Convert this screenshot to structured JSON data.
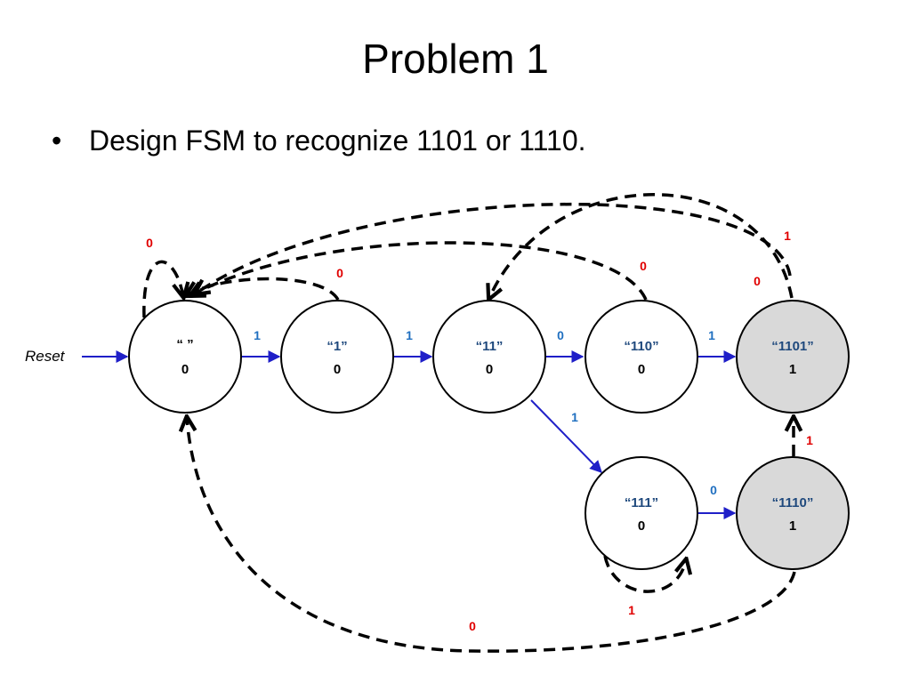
{
  "slide": {
    "title": "Problem 1",
    "bullets": [
      {
        "marker": "•",
        "text": "Design FSM to recognize 1101 or 1110."
      }
    ]
  },
  "colors": {
    "state_name": "#1f497d",
    "state_output": "#000000",
    "transition_forward": "#1f1fc8",
    "forward_label": "#1f6fc0",
    "back_label": "#e00000",
    "accept_fill": "#d9d9d9"
  },
  "diagram": {
    "reset_label": "Reset",
    "states": [
      {
        "id": "s_empty",
        "name": "“ ”",
        "output": "0",
        "accepting": false
      },
      {
        "id": "s_1",
        "name": "“1”",
        "output": "0",
        "accepting": false
      },
      {
        "id": "s_11",
        "name": "“11”",
        "output": "0",
        "accepting": false
      },
      {
        "id": "s_110",
        "name": "“110”",
        "output": "0",
        "accepting": false
      },
      {
        "id": "s_1101",
        "name": "“1101”",
        "output": "1",
        "accepting": true
      },
      {
        "id": "s_111",
        "name": "“111”",
        "output": "0",
        "accepting": false
      },
      {
        "id": "s_1110",
        "name": "“1110”",
        "output": "1",
        "accepting": true
      }
    ],
    "transitions": [
      {
        "from": "s_empty",
        "to": "s_1",
        "input": "1",
        "style": "solid"
      },
      {
        "from": "s_1",
        "to": "s_11",
        "input": "1",
        "style": "solid"
      },
      {
        "from": "s_11",
        "to": "s_110",
        "input": "0",
        "style": "solid"
      },
      {
        "from": "s_110",
        "to": "s_1101",
        "input": "1",
        "style": "solid"
      },
      {
        "from": "s_11",
        "to": "s_111",
        "input": "1",
        "style": "solid"
      },
      {
        "from": "s_111",
        "to": "s_1110",
        "input": "0",
        "style": "solid"
      },
      {
        "from": "s_empty",
        "to": "s_empty",
        "input": "0",
        "style": "dashed"
      },
      {
        "from": "s_1",
        "to": "s_empty",
        "input": "0",
        "style": "dashed"
      },
      {
        "from": "s_110",
        "to": "s_empty",
        "input": "0",
        "style": "dashed"
      },
      {
        "from": "s_1101",
        "to": "s_empty",
        "input": "0",
        "style": "dashed"
      },
      {
        "from": "s_1101",
        "to": "s_11",
        "input": "1",
        "style": "dashed"
      },
      {
        "from": "s_1110",
        "to": "s_1101",
        "input": "1",
        "style": "dashed"
      },
      {
        "from": "s_111",
        "to": "s_111",
        "input": "1",
        "style": "dashed"
      },
      {
        "from": "s_1110",
        "to": "s_empty",
        "input": "0",
        "style": "dashed"
      }
    ]
  }
}
